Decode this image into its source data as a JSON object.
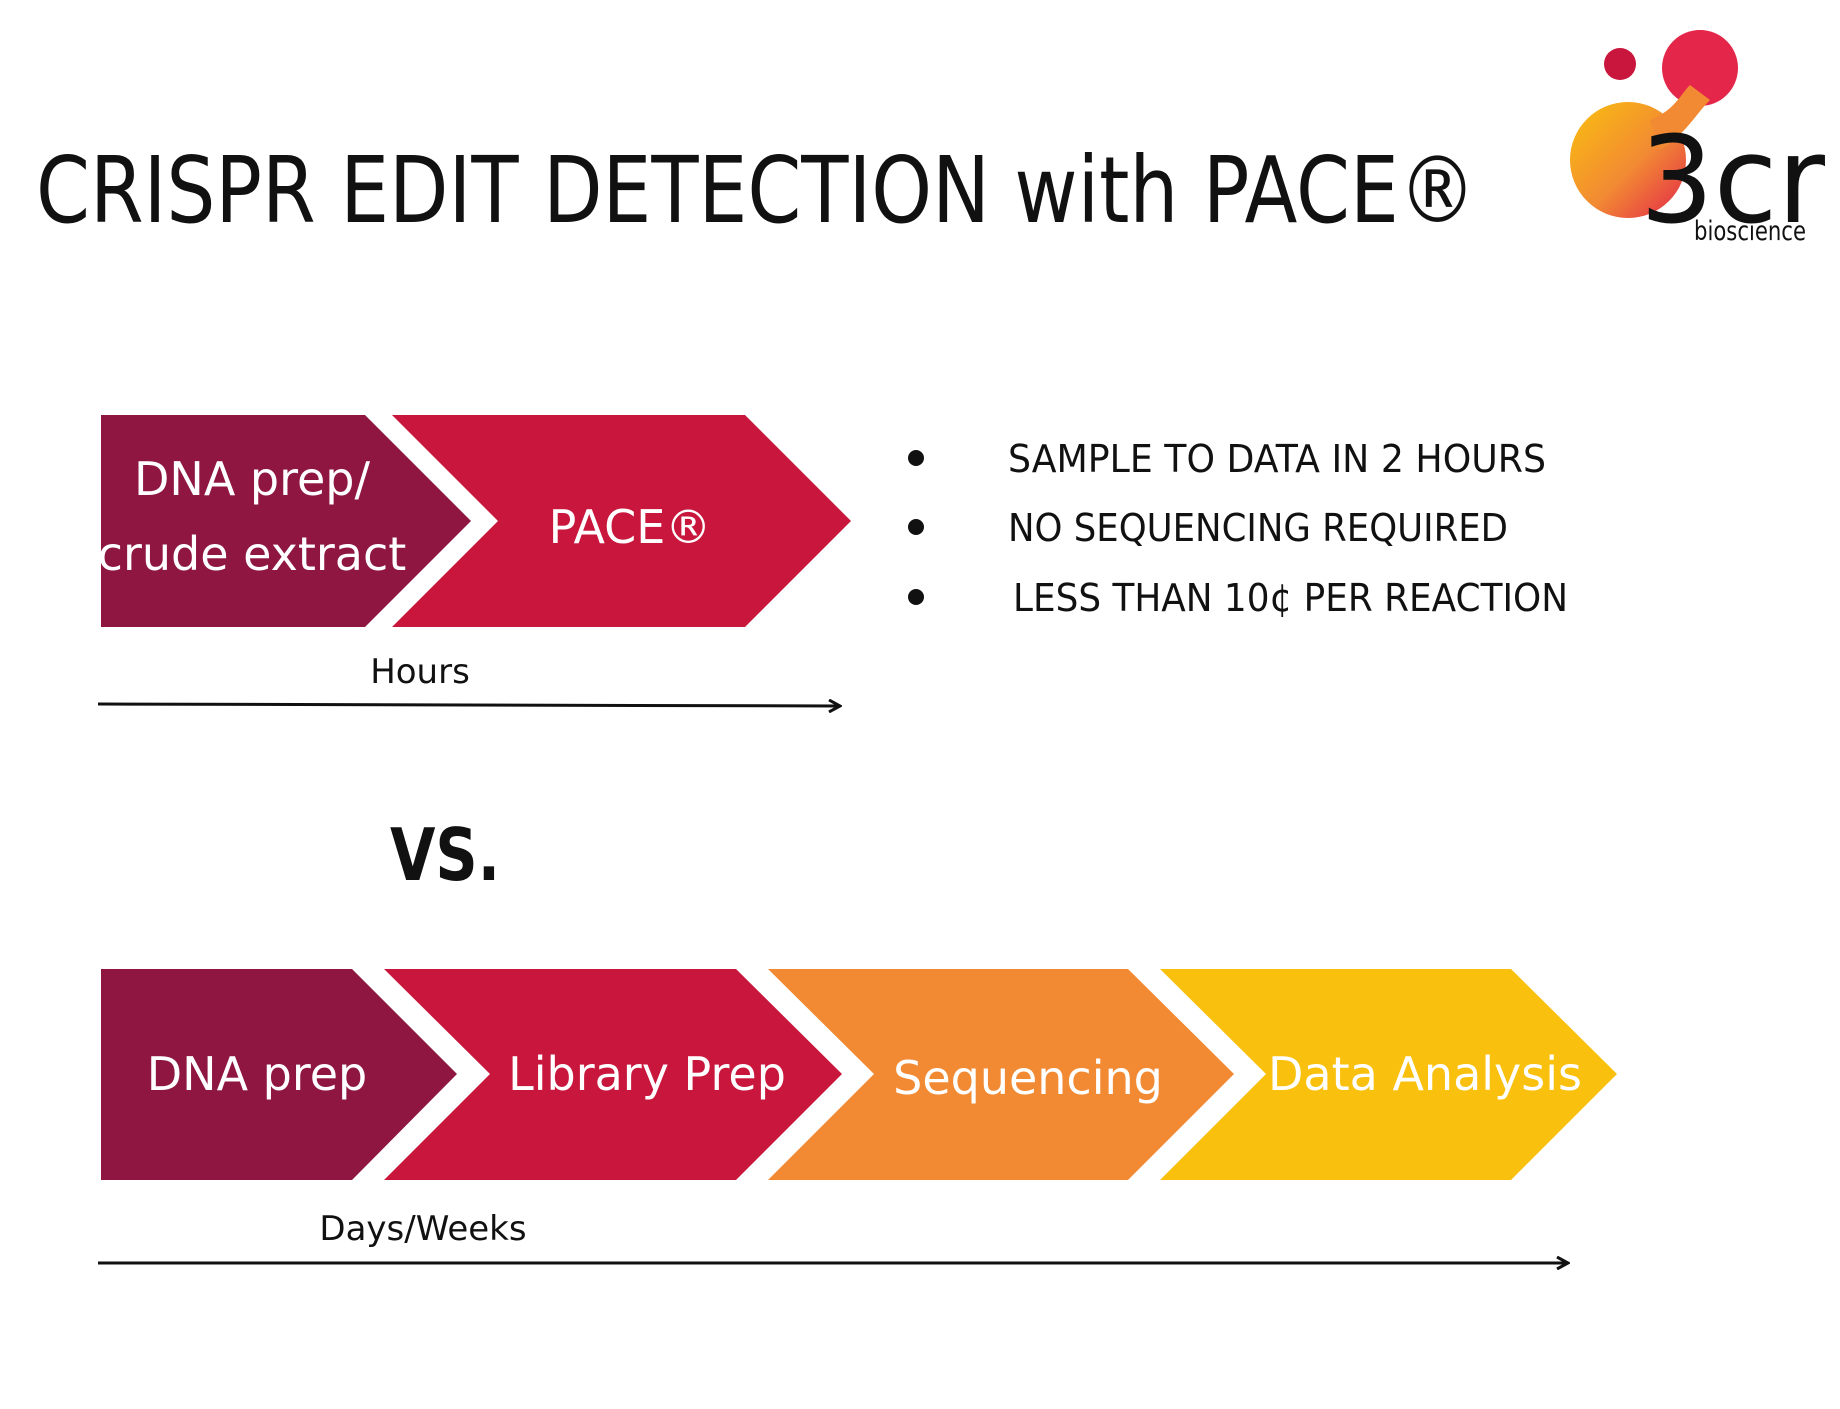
{
  "title": "CRISPR EDIT DETECTION with PACE®",
  "logo": {
    "main": "3cr",
    "sub": "bioscience"
  },
  "pace_workflow": {
    "steps": [
      {
        "line1": "DNA prep/",
        "line2": "crude extract",
        "color": "#8E1640"
      },
      {
        "line1": "PACE®",
        "color": "#C8163C"
      }
    ],
    "timeline_label": "Hours"
  },
  "bullets": [
    "SAMPLE TO DATA IN 2 HOURS",
    "NO SEQUENCING REQUIRED",
    "LESS THAN 10¢ PER REACTION"
  ],
  "vs_label": "VS.",
  "sequencing_workflow": {
    "steps": [
      {
        "line1": "DNA prep",
        "color": "#8E1640"
      },
      {
        "line1": "Library Prep",
        "color": "#C8163C"
      },
      {
        "line1": "Sequencing",
        "color": "#F28A33"
      },
      {
        "line1": "Data Analysis",
        "color": "#F9C00E"
      }
    ],
    "timeline_label": "Days/Weeks"
  }
}
